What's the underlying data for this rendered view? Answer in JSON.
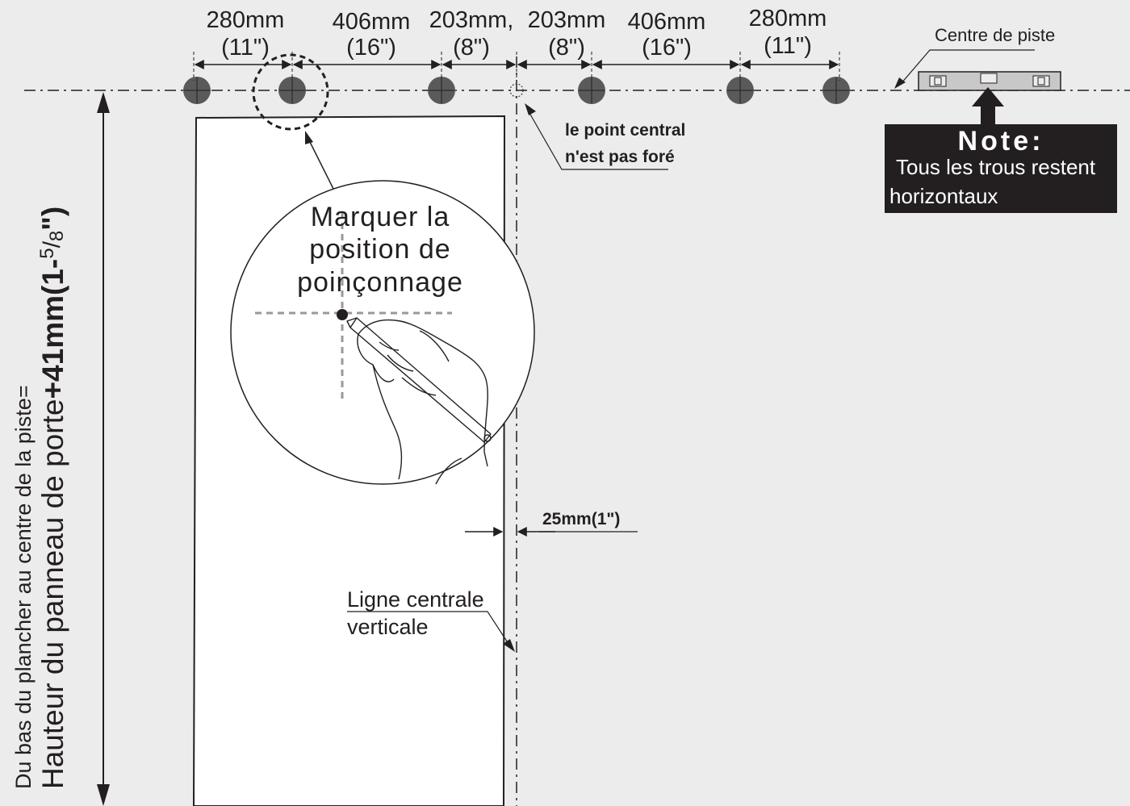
{
  "dimensions": {
    "spacings": [
      {
        "mm": "280mm",
        "in": "(11\")"
      },
      {
        "mm": "406mm",
        "in": "(16\")"
      },
      {
        "mm": "203mm,",
        "in": "(8\")"
      },
      {
        "mm": "203mm",
        "in": "(8\")"
      },
      {
        "mm": "406mm",
        "in": "(16\")"
      },
      {
        "mm": "280mm",
        "in": "(11\")"
      }
    ],
    "offset": "25mm(1\")"
  },
  "labels": {
    "track_center": "Centre de piste",
    "center_point_line1": "le point central",
    "center_point_line2": "n'est pas foré",
    "mark_line1": "Marquer la",
    "mark_line2": "position de",
    "mark_line3": "poinçonnage",
    "vertical_line1": "Ligne centrale",
    "vertical_line2": "verticale"
  },
  "height_label": {
    "line1": "Du bas du plancher au centre de la piste=",
    "line2_normal": "Hauteur du panneau de porte",
    "line2_bold": "+41mm(1-",
    "frac_num": "5",
    "frac_den": "8",
    "line2_end": "\")"
  },
  "note": {
    "title": "Note:",
    "line1": "Tous les trous restent",
    "line2": "horizontaux"
  },
  "colors": {
    "ink": "#231f20",
    "hole": "#5a5a5a",
    "background": "#ececec",
    "level": "#c8c8c8"
  }
}
